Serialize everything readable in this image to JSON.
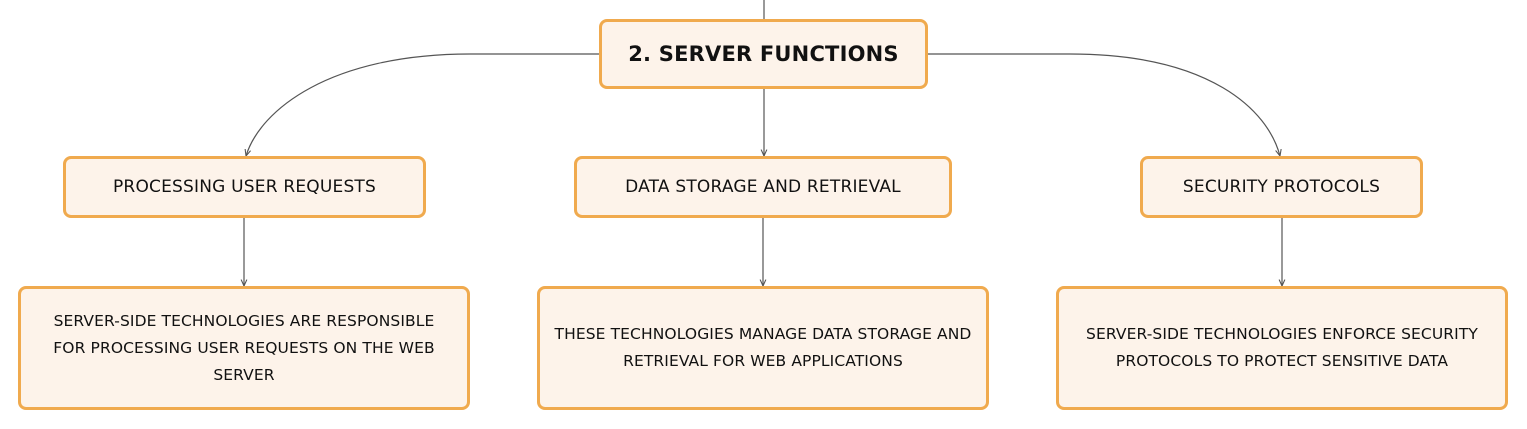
{
  "diagram": {
    "root": {
      "label": "2. SERVER FUNCTIONS"
    },
    "branches": [
      {
        "label": "PROCESSING USER REQUESTS",
        "detail": "SERVER-SIDE TECHNOLOGIES ARE RESPONSIBLE FOR PROCESSING USER REQUESTS ON THE WEB SERVER"
      },
      {
        "label": "DATA STORAGE AND RETRIEVAL",
        "detail": "THESE TECHNOLOGIES MANAGE DATA STORAGE AND RETRIEVAL FOR WEB APPLICATIONS"
      },
      {
        "label": "SECURITY PROTOCOLS",
        "detail": "SERVER-SIDE TECHNOLOGIES ENFORCE SECURITY PROTOCOLS TO PROTECT SENSITIVE DATA"
      }
    ],
    "colors": {
      "node_border": "#f0aa4e",
      "node_fill": "#fdf3ea",
      "connector": "#555555",
      "text": "#111111"
    }
  }
}
